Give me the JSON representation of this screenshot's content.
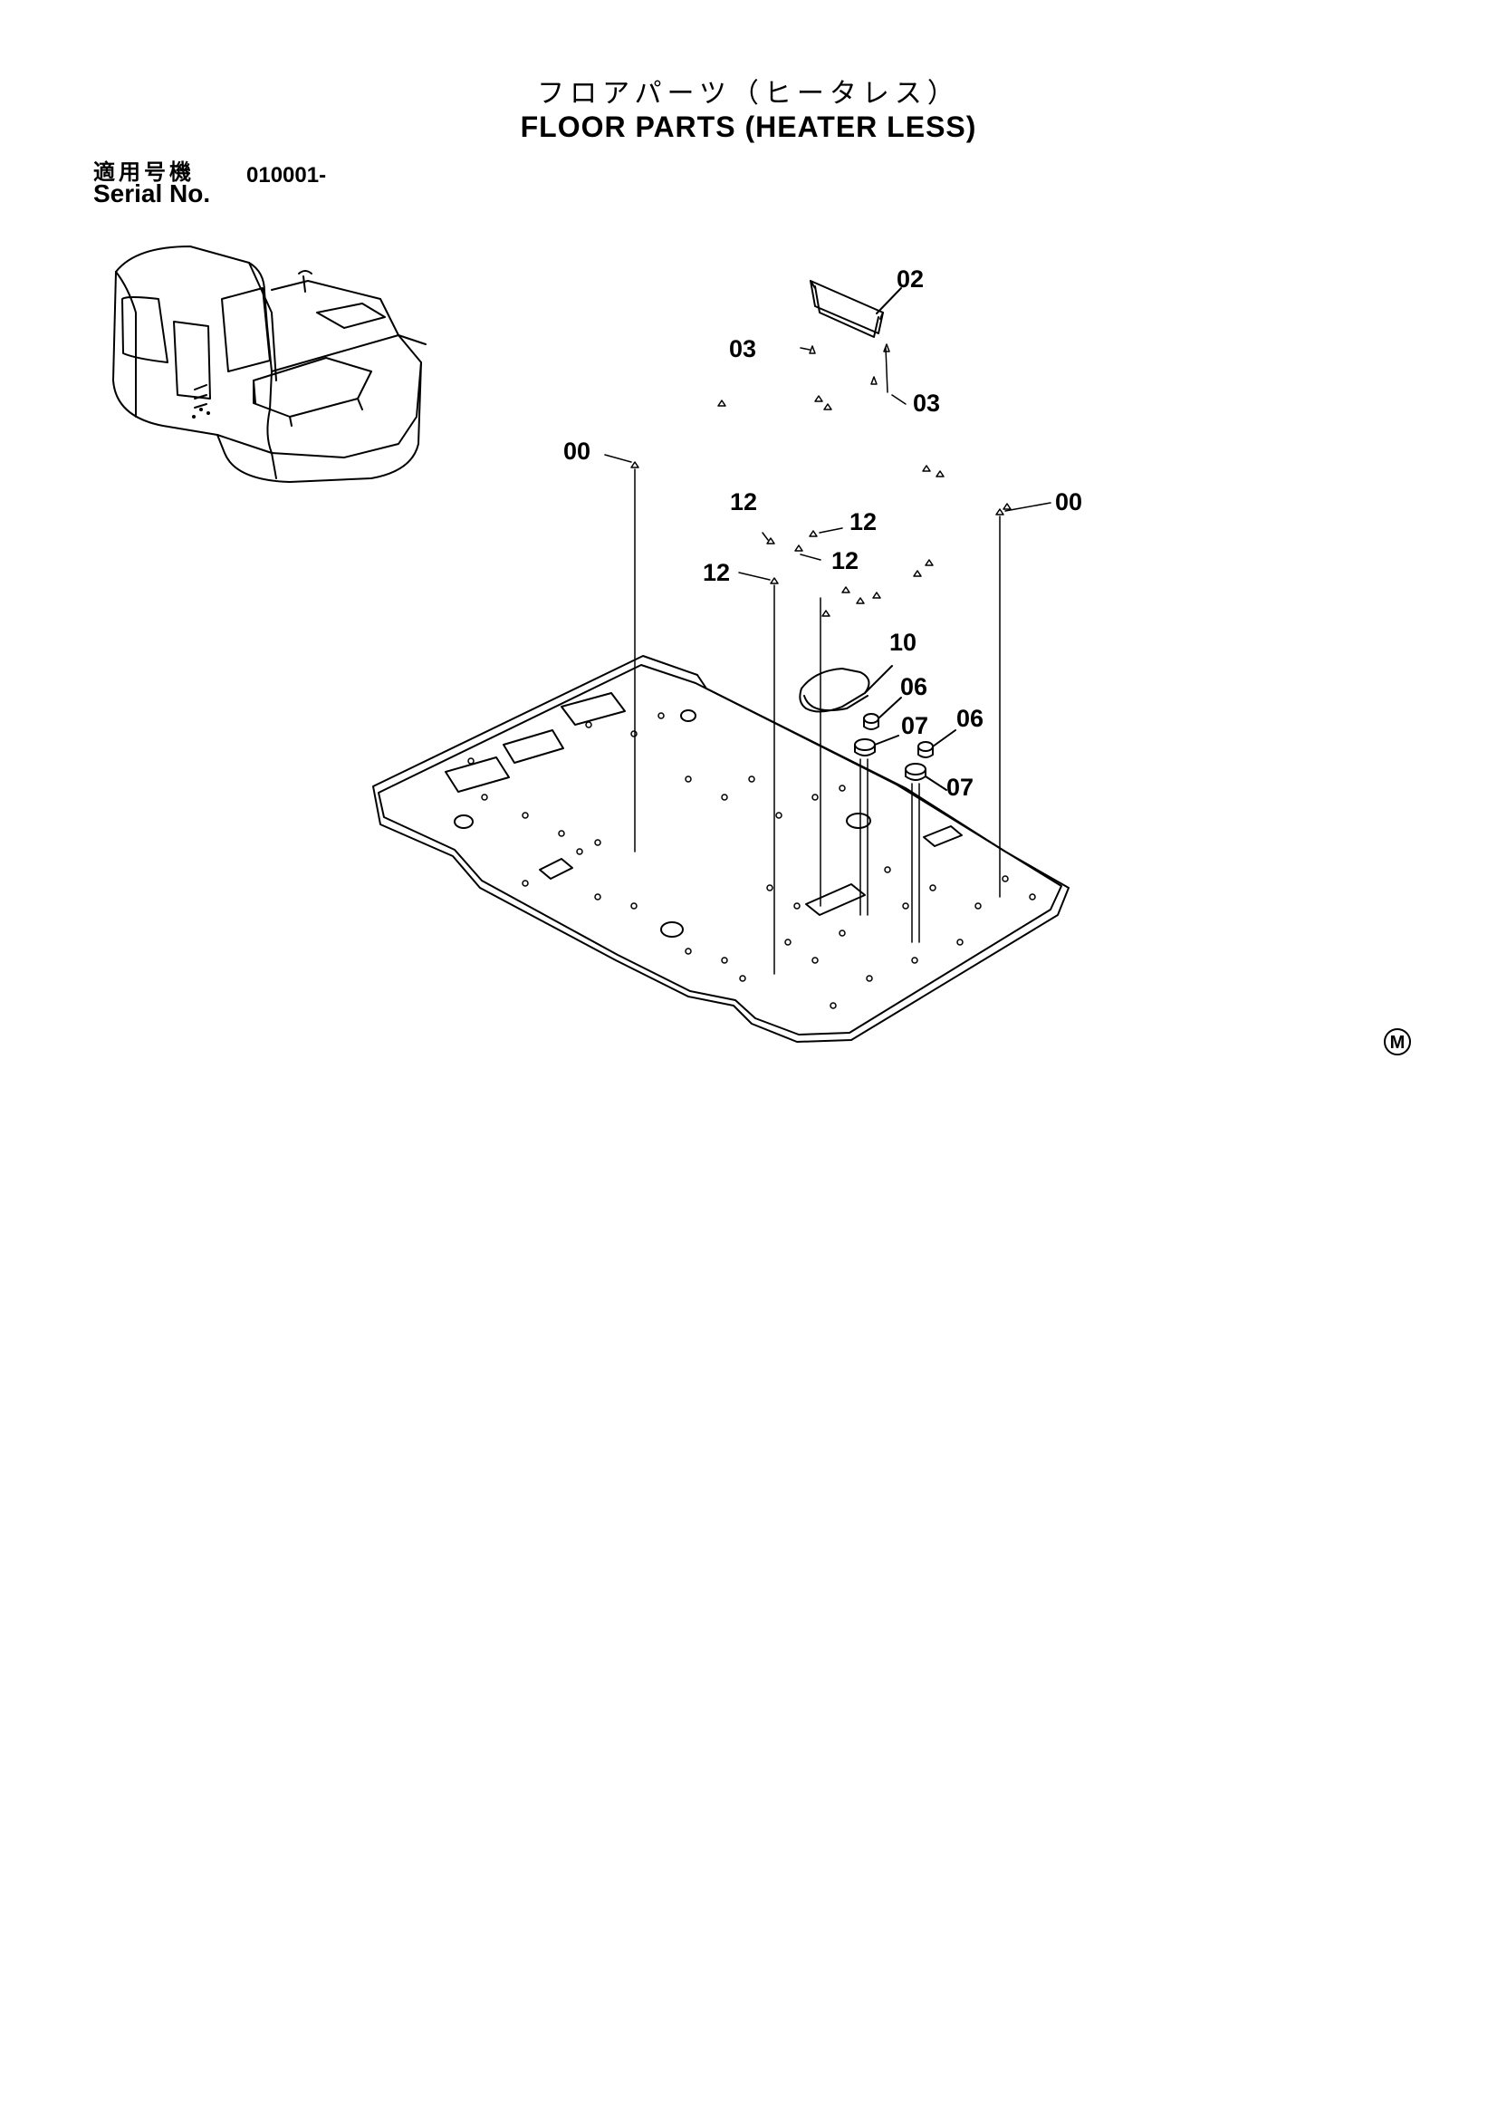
{
  "header": {
    "title_jp": "フロアパーツ（ヒータレス）",
    "title_en": "FLOOR PARTS (HEATER LESS)"
  },
  "serial": {
    "label_jp": "適用号機",
    "label_en": "Serial No.",
    "value": "010001-"
  },
  "callouts": {
    "part_02": "02",
    "part_03_left": "03",
    "part_03_right": "03",
    "part_00_left": "00",
    "part_00_right": "00",
    "part_12_top": "12",
    "part_12_right_upper": "12",
    "part_12_right_lower": "12",
    "part_12_left": "12",
    "part_10": "10",
    "part_06_left": "06",
    "part_07_left": "07",
    "part_06_right": "06",
    "part_07_right": "07"
  },
  "footer": {
    "mark": "M"
  }
}
